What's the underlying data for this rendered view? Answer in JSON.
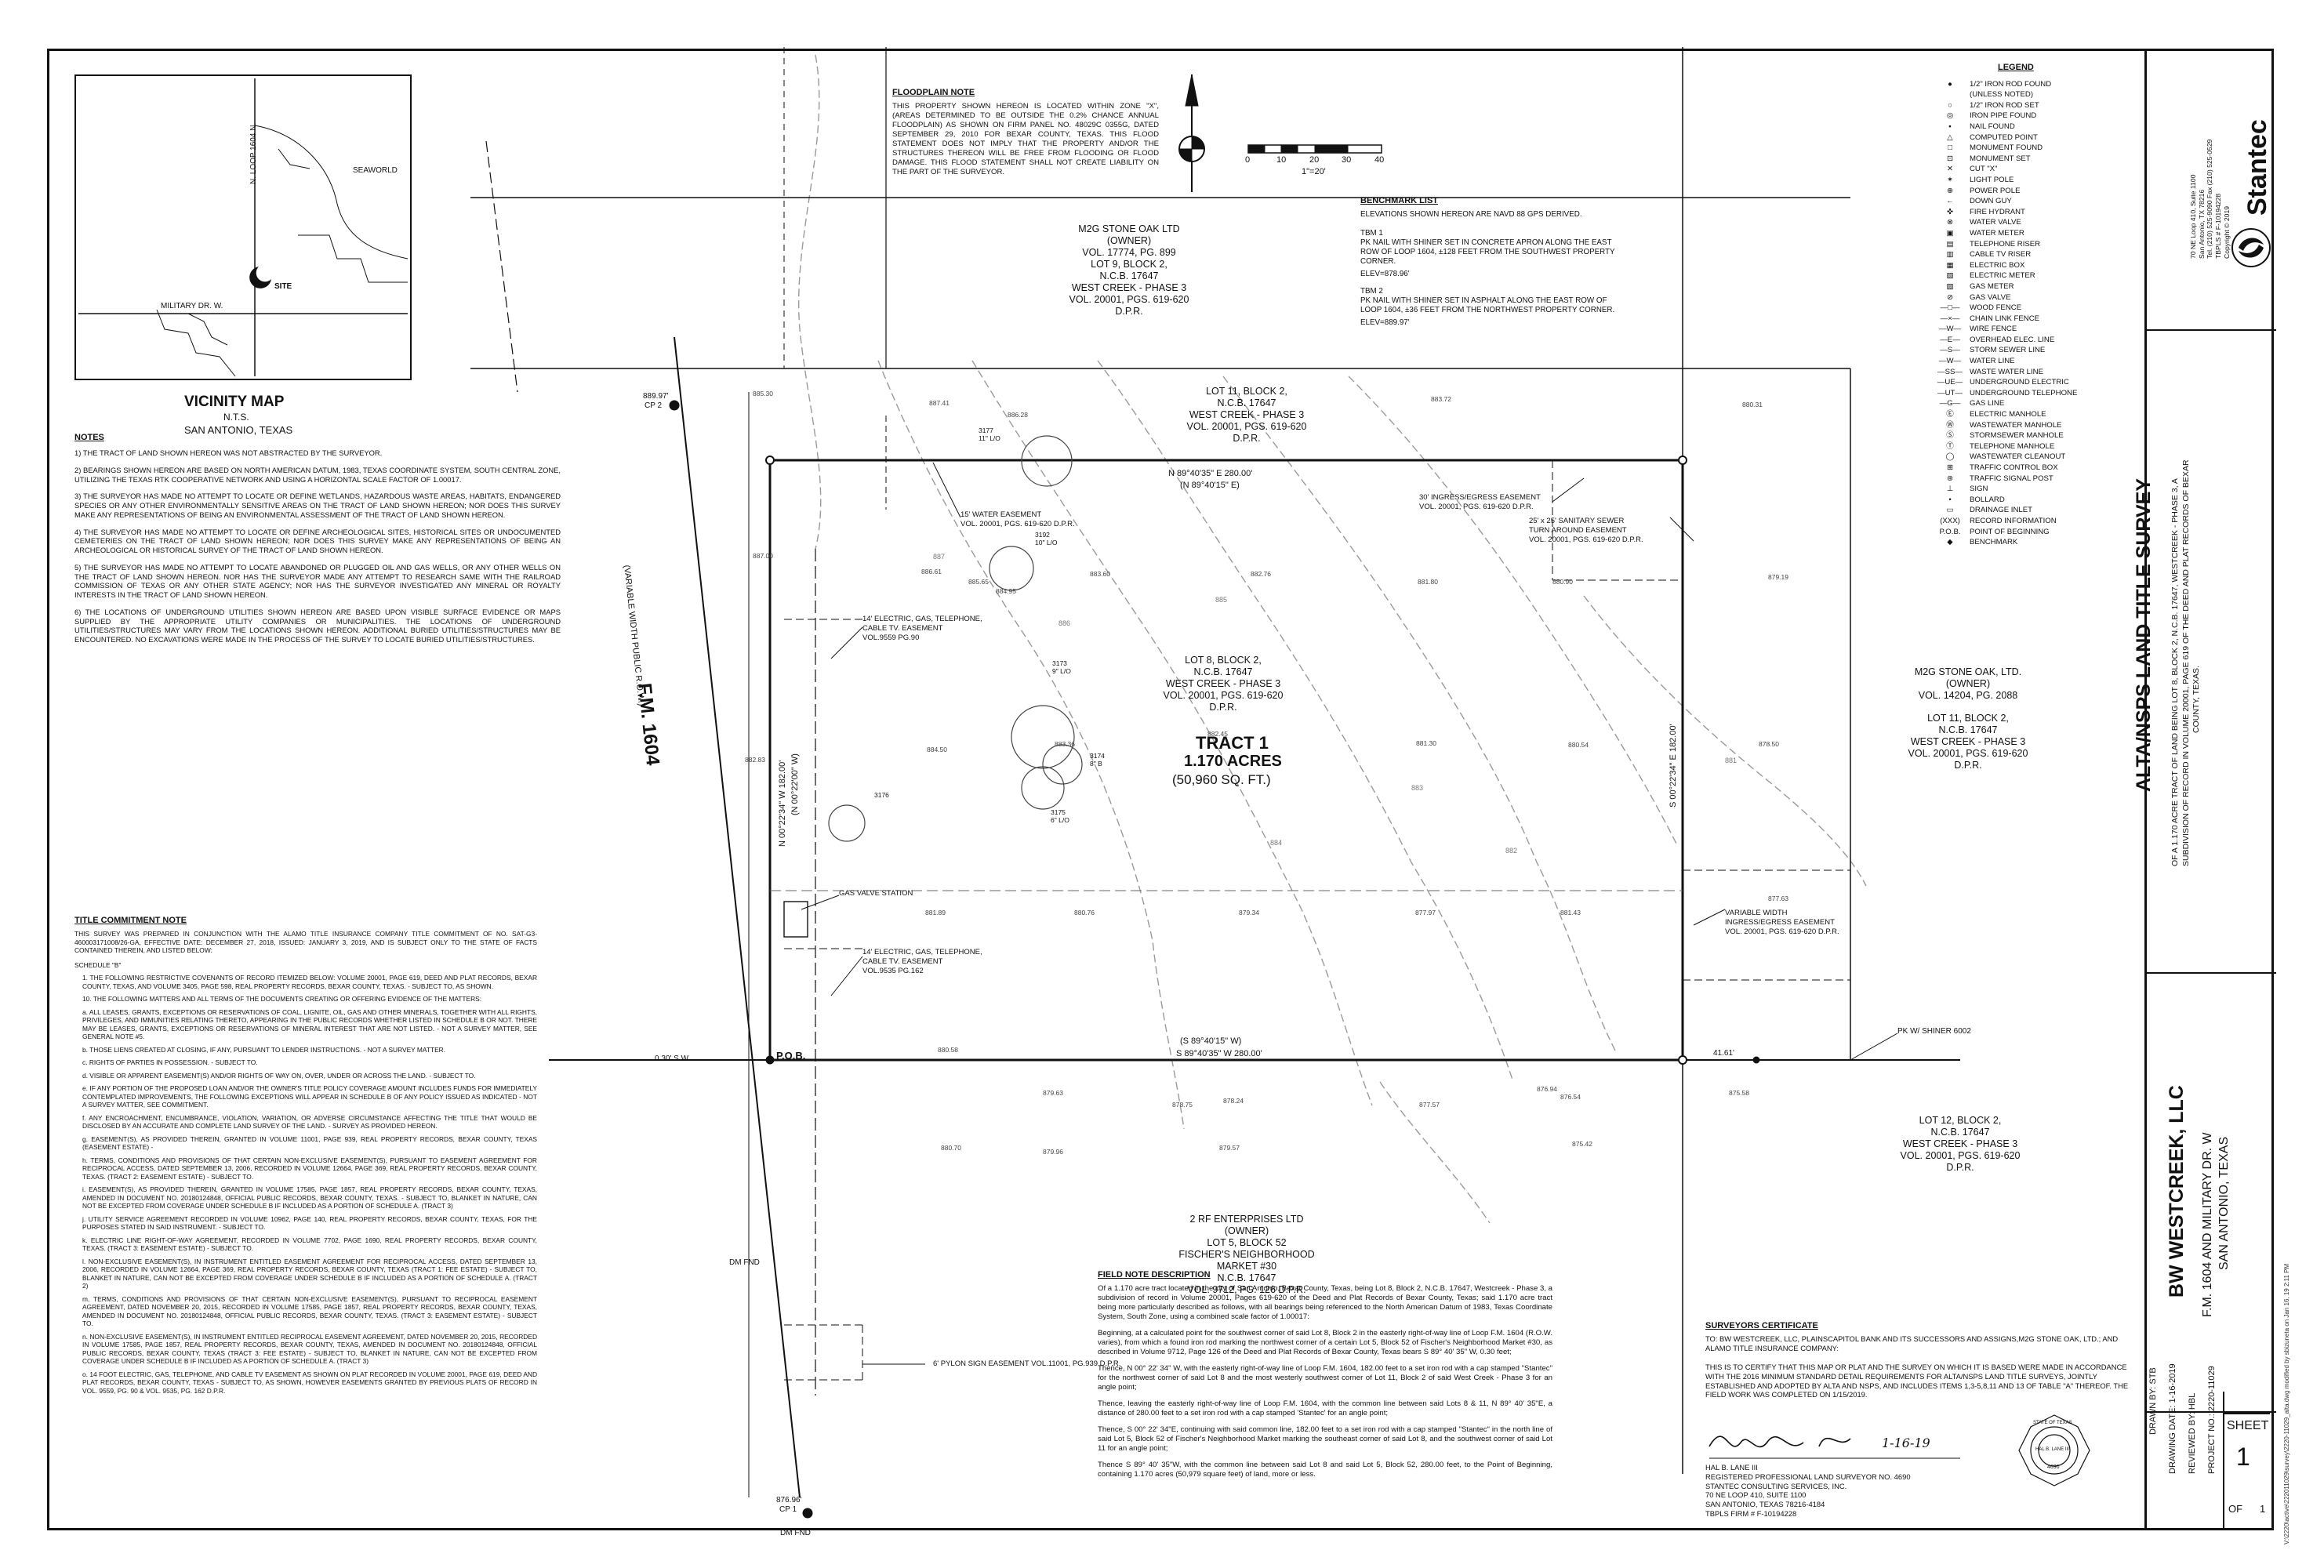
{
  "vicinity_map": {
    "title": "VICINITY MAP",
    "scale": "N.T.S.",
    "city": "SAN ANTONIO, TEXAS",
    "road_loop": "N. LOOP 1604 N.",
    "road_military": "MILITARY DR. W.",
    "seaworld": "SEAWORLD",
    "site": "SITE"
  },
  "notes": {
    "heading": "NOTES",
    "items": [
      "1) THE TRACT OF LAND SHOWN HEREON WAS NOT ABSTRACTED BY THE SURVEYOR.",
      "2) BEARINGS SHOWN HEREON ARE BASED ON NORTH AMERICAN DATUM, 1983, TEXAS COORDINATE SYSTEM, SOUTH CENTRAL ZONE, UTILIZING THE TEXAS RTK COOPERATIVE NETWORK AND USING A HORIZONTAL SCALE FACTOR OF 1.00017.",
      "3) THE SURVEYOR HAS MADE NO ATTEMPT TO LOCATE OR DEFINE WETLANDS, HAZARDOUS WASTE AREAS, HABITATS, ENDANGERED SPECIES OR ANY OTHER ENVIRONMENTALLY SENSITIVE AREAS ON THE TRACT OF LAND SHOWN HEREON; NOR DOES THIS SURVEY MAKE ANY REPRESENTATIONS OF BEING AN ENVIRONMENTAL ASSESSMENT OF THE TRACT OF LAND SHOWN HEREON.",
      "4) THE SURVEYOR HAS MADE NO ATTEMPT TO LOCATE OR DEFINE ARCHEOLOGICAL SITES, HISTORICAL SITES OR UNDOCUMENTED CEMETERIES ON THE TRACT OF LAND SHOWN HEREON; NOR DOES THIS SURVEY MAKE ANY REPRESENTATIONS OF BEING AN ARCHEOLOGICAL OR HISTORICAL SURVEY OF THE TRACT OF LAND SHOWN HEREON.",
      "5) THE SURVEYOR HAS MADE NO ATTEMPT TO LOCATE ABANDONED OR PLUGGED OIL AND GAS WELLS, OR ANY OTHER WELLS ON THE TRACT OF LAND SHOWN HEREON. NOR HAS THE SURVEYOR MADE ANY ATTEMPT TO RESEARCH SAME WITH THE RAILROAD COMMISSION OF TEXAS OR ANY OTHER STATE AGENCY; NOR HAS THE SURVEYOR INVESTIGATED ANY MINERAL OR ROYALTY INTERESTS IN THE TRACT OF LAND SHOWN HEREON.",
      "6) THE LOCATIONS OF UNDERGROUND UTILITIES SHOWN HEREON ARE BASED UPON VISIBLE SURFACE EVIDENCE OR MAPS SUPPLIED BY THE APPROPRIATE UTILITY COMPANIES OR MUNICIPALITIES. THE LOCATIONS OF UNDERGROUND UTILITIES/STRUCTURES MAY VARY FROM THE LOCATIONS SHOWN HEREON. ADDITIONAL BURIED UTILITIES/STRUCTURES MAY BE ENCOUNTERED. NO EXCAVATIONS WERE MADE IN THE PROCESS OF THE SURVEY TO LOCATE BURIED UTILITIES/STRUCTURES."
    ]
  },
  "title_commitment": {
    "heading": "TITLE COMMITMENT NOTE",
    "intro": "THIS SURVEY WAS PREPARED IN CONJUNCTION WITH THE ALAMO TITLE INSURANCE COMPANY TITLE COMMITMENT OF NO. SAT-G3-460003171008/26-GA, EFFECTIVE DATE: DECEMBER 27, 2018, ISSUED: JANUARY 3, 2019, AND IS SUBJECT ONLY TO THE STATE OF FACTS CONTAINED THEREIN, AND LISTED BELOW:",
    "schedule": "SCHEDULE \"B\"",
    "items": [
      "1. THE FOLLOWING RESTRICTIVE COVENANTS OF RECORD ITEMIZED BELOW: VOLUME 20001, PAGE 619, DEED AND PLAT RECORDS, BEXAR COUNTY, TEXAS, AND VOLUME 3405, PAGE 598, REAL PROPERTY RECORDS, BEXAR COUNTY, TEXAS. - SUBJECT TO, AS SHOWN.",
      "10. THE FOLLOWING MATTERS AND ALL TERMS OF THE DOCUMENTS CREATING OR OFFERING EVIDENCE OF THE MATTERS:",
      "a. ALL LEASES, GRANTS, EXCEPTIONS OR RESERVATIONS OF COAL, LIGNITE, OIL, GAS AND OTHER MINERALS, TOGETHER WITH ALL RIGHTS, PRIVILEGES, AND IMMUNITIES RELATING THERETO, APPEARING IN THE PUBLIC RECORDS WHETHER LISTED IN SCHEDULE B OR NOT. THERE MAY BE LEASES, GRANTS, EXCEPTIONS OR RESERVATIONS OF MINERAL INTEREST THAT ARE NOT LISTED. - NOT A SURVEY MATTER, SEE GENERAL NOTE #5.",
      "b. THOSE LIENS CREATED AT CLOSING, IF ANY, PURSUANT TO LENDER INSTRUCTIONS. - NOT A SURVEY MATTER.",
      "c. RIGHTS OF PARTIES IN POSSESSION. - SUBJECT TO.",
      "d. VISIBLE OR APPARENT EASEMENT(S) AND/OR RIGHTS OF WAY ON, OVER, UNDER OR ACROSS THE LAND. - SUBJECT TO.",
      "e. IF ANY PORTION OF THE PROPOSED LOAN AND/OR THE OWNER'S TITLE POLICY COVERAGE AMOUNT INCLUDES FUNDS FOR IMMEDIATELY CONTEMPLATED IMPROVEMENTS, THE FOLLOWING EXCEPTIONS WILL APPEAR IN SCHEDULE B OF ANY POLICY ISSUED AS INDICATED - NOT A SURVEY MATTER, SEE COMMITMENT.",
      "f. ANY ENCROACHMENT, ENCUMBRANCE, VIOLATION, VARIATION, OR ADVERSE CIRCUMSTANCE AFFECTING THE TITLE THAT WOULD BE DISCLOSED BY AN ACCURATE AND COMPLETE LAND SURVEY OF THE LAND. - SURVEY AS PROVIDED HEREON.",
      "g. EASEMENT(S), AS PROVIDED THEREIN, GRANTED IN VOLUME 11001, PAGE 939, REAL PROPERTY RECORDS, BEXAR COUNTY, TEXAS (EASEMENT ESTATE) -",
      "h. TERMS, CONDITIONS AND PROVISIONS OF THAT CERTAIN NON-EXCLUSIVE EASEMENT(S), PURSUANT TO EASEMENT AGREEMENT FOR RECIPROCAL ACCESS, DATED SEPTEMBER 13, 2006, RECORDED IN VOLUME 12664, PAGE 369, REAL PROPERTY RECORDS, BEXAR COUNTY, TEXAS. (TRACT 2: EASEMENT ESTATE) - SUBJECT TO.",
      "i. EASEMENT(S), AS PROVIDED THEREIN, GRANTED IN VOLUME 17585, PAGE 1857, REAL PROPERTY RECORDS, BEXAR COUNTY, TEXAS, AMENDED IN DOCUMENT NO. 20180124848, OFFICIAL PUBLIC RECORDS, BEXAR COUNTY, TEXAS. - SUBJECT TO, BLANKET IN NATURE, CAN NOT BE EXCEPTED FROM COVERAGE UNDER SCHEDULE B IF INCLUDED AS A PORTION OF SCHEDULE A. (TRACT 3)",
      "j. UTILITY SERVICE AGREEMENT RECORDED IN VOLUME 10962, PAGE 140, REAL PROPERTY RECORDS, BEXAR COUNTY, TEXAS, FOR THE PURPOSES STATED IN SAID INSTRUMENT. - SUBJECT TO.",
      "k. ELECTRIC LINE RIGHT-OF-WAY AGREEMENT, RECORDED IN VOLUME 7702, PAGE 1690, REAL PROPERTY RECORDS, BEXAR COUNTY, TEXAS. (TRACT 3: EASEMENT ESTATE) - SUBJECT TO.",
      "l. NON-EXCLUSIVE EASEMENT(S), IN INSTRUMENT ENTITLED EASEMENT AGREEMENT FOR RECIPROCAL ACCESS, DATED SEPTEMBER 13, 2006, RECORDED IN VOLUME 12664, PAGE 369, REAL PROPERTY RECORDS, BEXAR COUNTY, TEXAS (TRACT 1: FEE ESTATE) - SUBJECT TO, BLANKET IN NATURE, CAN NOT BE EXCEPTED FROM COVERAGE UNDER SCHEDULE B IF INCLUDED AS A PORTION OF SCHEDULE A. (TRACT 2)",
      "m. TERMS, CONDITIONS AND PROVISIONS OF THAT CERTAIN NON-EXCLUSIVE EASEMENT(S), PURSUANT TO RECIPROCAL EASEMENT AGREEMENT, DATED NOVEMBER 20, 2015, RECORDED IN VOLUME 17585, PAGE 1857, REAL PROPERTY RECORDS, BEXAR COUNTY, TEXAS, AMENDED IN DOCUMENT NO. 20180124848, OFFICIAL PUBLIC RECORDS, BEXAR COUNTY, TEXAS. (TRACT 3: EASEMENT ESTATE) - SUBJECT TO.",
      "n. NON-EXCLUSIVE EASEMENT(S), IN INSTRUMENT ENTITLED RECIPROCAL EASEMENT AGREEMENT, DATED NOVEMBER 20, 2015, RECORDED IN VOLUME 17585, PAGE 1857, REAL PROPERTY RECORDS, BEXAR COUNTY, TEXAS, AMENDED IN DOCUMENT NO. 20180124848, OFFICIAL PUBLIC RECORDS, BEXAR COUNTY, TEXAS (TRACT 3: FEE ESTATE) - SUBJECT TO, BLANKET IN NATURE, CAN NOT BE EXCEPTED FROM COVERAGE UNDER SCHEDULE B IF INCLUDED AS A PORTION OF SCHEDULE A. (TRACT 3)",
      "o. 14 FOOT ELECTRIC, GAS, TELEPHONE, AND CABLE TV EASEMENT AS SHOWN ON PLAT RECORDED IN VOLUME 20001, PAGE 619, DEED AND PLAT RECORDS, BEXAR COUNTY, TEXAS - SUBJECT TO, AS SHOWN, HOWEVER EASEMENTS GRANTED BY PREVIOUS PLATS OF RECORD IN VOL. 9559, PG. 90 & VOL. 9535, PG. 162 D.P.R."
    ]
  },
  "floodplain": {
    "heading": "FLOODPLAIN NOTE",
    "text": "THIS PROPERTY SHOWN HEREON IS LOCATED WITHIN ZONE \"X\", (AREAS DETERMINED TO BE OUTSIDE THE 0.2% CHANCE ANNUAL FLOODPLAIN) AS SHOWN ON FIRM PANEL NO. 48029C 0355G, DATED SEPTEMBER 29, 2010 FOR BEXAR COUNTY, TEXAS. THIS FLOOD STATEMENT DOES NOT IMPLY THAT THE PROPERTY AND/OR THE STRUCTURES THEREON WILL BE FREE FROM FLOODING OR FLOOD DAMAGE. THIS FLOOD STATEMENT SHALL NOT CREATE LIABILITY ON THE PART OF THE SURVEYOR."
  },
  "benchmark": {
    "heading": "BENCHMARK LIST",
    "datum": "ELEVATIONS SHOWN HEREON ARE NAVD 88 GPS DERIVED.",
    "tbm1_title": "TBM 1",
    "tbm1_text": "PK NAIL WITH SHINER SET IN CONCRETE APRON ALONG THE EAST ROW OF LOOP 1604, ±128 FEET FROM THE SOUTHWEST PROPERTY CORNER.",
    "tbm1_elev": "ELEV=878.96'",
    "tbm2_title": "TBM 2",
    "tbm2_text": "PK NAIL WITH SHINER SET IN ASPHALT ALONG THE EAST ROW OF LOOP 1604, ±36 FEET FROM THE NORTHWEST PROPERTY CORNER.",
    "tbm2_elev": "ELEV=889.97'"
  },
  "scale_bar": {
    "ticks": [
      "0",
      "10",
      "20",
      "30",
      "40"
    ],
    "label": "1\"=20'"
  },
  "legend": {
    "heading": "LEGEND",
    "items": [
      {
        "sym": "●",
        "text": "1/2\" IRON ROD FOUND"
      },
      {
        "sym": "",
        "text": "(UNLESS NOTED)"
      },
      {
        "sym": "○",
        "text": "1/2\" IRON ROD SET"
      },
      {
        "sym": "◎",
        "text": "IRON PIPE FOUND"
      },
      {
        "sym": "▪",
        "text": "NAIL FOUND"
      },
      {
        "sym": "△",
        "text": "COMPUTED POINT"
      },
      {
        "sym": "□",
        "text": "MONUMENT FOUND"
      },
      {
        "sym": "⊡",
        "text": "MONUMENT SET"
      },
      {
        "sym": "✕",
        "text": "CUT \"X\""
      },
      {
        "sym": "✶",
        "text": "LIGHT POLE"
      },
      {
        "sym": "⊕",
        "text": "POWER POLE"
      },
      {
        "sym": "←",
        "text": "DOWN GUY"
      },
      {
        "sym": "✜",
        "text": "FIRE HYDRANT"
      },
      {
        "sym": "⊗",
        "text": "WATER VALVE"
      },
      {
        "sym": "▣",
        "text": "WATER METER"
      },
      {
        "sym": "▤",
        "text": "TELEPHONE RISER"
      },
      {
        "sym": "▥",
        "text": "CABLE TV RISER"
      },
      {
        "sym": "▦",
        "text": "ELECTRIC BOX"
      },
      {
        "sym": "▧",
        "text": "ELECTRIC METER"
      },
      {
        "sym": "▨",
        "text": "GAS METER"
      },
      {
        "sym": "⊘",
        "text": "GAS VALVE"
      },
      {
        "sym": "—□—",
        "text": "WOOD FENCE"
      },
      {
        "sym": "—×—",
        "text": "CHAIN LINK FENCE"
      },
      {
        "sym": "—W—",
        "text": "WIRE FENCE"
      },
      {
        "sym": "—E—",
        "text": "OVERHEAD ELEC. LINE"
      },
      {
        "sym": "—S—",
        "text": "STORM SEWER LINE"
      },
      {
        "sym": "—W—",
        "text": "WATER LINE"
      },
      {
        "sym": "—SS—",
        "text": "WASTE WATER LINE"
      },
      {
        "sym": "—UE—",
        "text": "UNDERGROUND ELECTRIC"
      },
      {
        "sym": "—UT—",
        "text": "UNDERGROUND TELEPHONE"
      },
      {
        "sym": "—G—",
        "text": "GAS LINE"
      },
      {
        "sym": "Ⓔ",
        "text": "ELECTRIC MANHOLE"
      },
      {
        "sym": "Ⓦ",
        "text": "WASTEWATER MANHOLE"
      },
      {
        "sym": "Ⓢ",
        "text": "STORMSEWER MANHOLE"
      },
      {
        "sym": "Ⓣ",
        "text": "TELEPHONE MANHOLE"
      },
      {
        "sym": "◯",
        "text": "WASTEWATER CLEANOUT"
      },
      {
        "sym": "⊞",
        "text": "TRAFFIC CONTROL BOX"
      },
      {
        "sym": "⊛",
        "text": "TRAFFIC SIGNAL POST"
      },
      {
        "sym": "⊥",
        "text": "SIGN"
      },
      {
        "sym": "•",
        "text": "BOLLARD"
      },
      {
        "sym": "▭",
        "text": "DRAINAGE INLET"
      },
      {
        "sym": "(XXX)",
        "text": "RECORD INFORMATION"
      },
      {
        "sym": "P.O.B.",
        "text": "POINT OF BEGINNING"
      },
      {
        "sym": "◆",
        "text": "BENCHMARK"
      }
    ]
  },
  "map": {
    "fm_road": "F.M. 1604",
    "fm_row": "(VARIABLE WIDTH PUBLIC R.O.W.)",
    "tract_title": "TRACT 1",
    "tract_acres": "1.170 ACRES",
    "tract_sqft": "(50,960 SQ. FT.)",
    "north_line": "N 89°40'35\" E   280.00'",
    "north_record": "(N 89°40'15\" E)",
    "south_line": "S 89°40'35\" W   280.00'",
    "south_record": "(S 89°40'15\" W)",
    "west_line": "N 00°22'34\" W   182.00'",
    "west_record": "(N 00°22'00\" W)",
    "east_line": "S 00°22'34\" E   182.00'",
    "pob": "P.O.B.",
    "cp1": "876.96\nCP 1",
    "cp1_a": "876.96'",
    "cp1_b": "CP 1",
    "cp2_a": "889.97'",
    "cp2_b": "CP 2",
    "dm_fnd_1": "DM FND",
    "dm_fnd_2": "DM FND",
    "sh_30": "0.30' S.W.",
    "pk_shiner": "PK W/ SHINER 6002",
    "dist_41": "41.61'",
    "gas_valve": "GAS VALVE STATION",
    "pylon": "6' PYLON SIGN EASEMENT VOL.11001, PG.939 D.P.R.",
    "water_ease_1": "15' WATER EASEMENT",
    "water_ease_2": "VOL. 20001, PGS. 619-620 D.P.R.",
    "egt1_1": "14' ELECTRIC, GAS, TELEPHONE,",
    "egt1_2": "CABLE TV. EASEMENT",
    "egt1_3": "VOL.9559 PG.90",
    "egt2_1": "14' ELECTRIC, GAS, TELEPHONE,",
    "egt2_2": "CABLE TV. EASEMENT",
    "egt2_3": "VOL.9535 PG.162",
    "ingress30_1": "30' INGRESS/EGRESS EASEMENT",
    "ingress30_2": "VOL. 20001, PGS. 619-620 D.P.R.",
    "sewer_1": "25' x 25' SANITARY SEWER",
    "sewer_2": "TURN AROUND EASEMENT",
    "sewer_3": "VOL. 20001, PGS. 619-620 D.P.R.",
    "varwidth_1": "VARIABLE WIDTH",
    "varwidth_2": "INGRESS/EGRESS EASEMENT",
    "varwidth_3": "VOL. 20001, PGS. 619-620 D.P.R.",
    "m2g_top": [
      "M2G STONE OAK LTD",
      "(OWNER)",
      "VOL. 17774, PG. 899",
      "LOT 9, BLOCK 2,",
      "N.C.B. 17647",
      "WEST CREEK - PHASE 3",
      "VOL. 20001, PGS. 619-620",
      "D.P.R."
    ],
    "lot11_top": [
      "LOT 11, BLOCK 2,",
      "N.C.B. 17647",
      "WEST CREEK - PHASE 3",
      "VOL. 20001, PGS. 619-620",
      "D.P.R."
    ],
    "lot8": [
      "LOT 8, BLOCK 2,",
      "N.C.B. 17647",
      "WEST CREEK - PHASE 3",
      "VOL. 20001, PGS. 619-620",
      "D.P.R."
    ],
    "m2g_east": [
      "M2G STONE OAK, LTD.",
      "(OWNER)",
      "VOL. 14204, PG. 2088",
      "",
      "LOT 11, BLOCK 2,",
      "N.C.B. 17647",
      "WEST CREEK - PHASE 3",
      "VOL. 20001, PGS. 619-620",
      "D.P.R."
    ],
    "lot12": [
      "LOT 12, BLOCK 2,",
      "N.C.B. 17647",
      "WEST CREEK - PHASE 3",
      "VOL. 20001, PGS. 619-620",
      "D.P.R."
    ],
    "fischer": [
      "2 RF ENTERPRISES LTD",
      "(OWNER)",
      "LOT 5, BLOCK 52",
      "FISCHER'S NEIGHBORHOOD",
      "MARKET #30",
      "N.C.B. 17647",
      "VOL. 9712, PG. 126 D.P.R."
    ],
    "trees": [
      "3177\n11\" L/O",
      "3192\n10\" L/O",
      "3173\n9\" L/O",
      "3174\n8\" B",
      "3175\n6\" L/O",
      "3176\n"
    ],
    "contours": [
      "881",
      "882",
      "883",
      "884",
      "885",
      "886",
      "887"
    ],
    "spot_elevs": [
      "887.41",
      "886.61",
      "885.65",
      "884.95",
      "883.60",
      "882.76",
      "881.80",
      "880.90",
      "880.31",
      "879.19",
      "878.50",
      "877.63",
      "884.50",
      "883.36",
      "882.45",
      "881.30",
      "880.54",
      "882.83",
      "881.89",
      "880.76",
      "879.34",
      "877.97",
      "881.43",
      "880.58",
      "879.63",
      "878.75",
      "878.24",
      "877.57",
      "876.54",
      "876.94",
      "875.58",
      "880.70",
      "879.96",
      "879.57",
      "875.42",
      "887.00",
      "885.30",
      "886.28",
      "883.72"
    ]
  },
  "field_notes": {
    "heading": "FIELD NOTE DESCRIPTION",
    "p1": "Of a 1.170 acre tract located in the city of San Antonio, Bexar County, Texas, being Lot 8, Block 2, N.C.B. 17647, Westcreek - Phase 3, a subdivision of record in Volume 20001, Pages 619-620 of the Deed and Plat Records of Bexar County, Texas; said 1.170 acre tract being more particularly described as follows, with all bearings being referenced to the North American Datum of 1983, Texas Coordinate System, South Zone, using a combined scale factor of 1.00017:",
    "p2": "Beginning, at a calculated point for the southwest corner of said Lot 8, Block 2 in the easterly right-of-way line of Loop F.M. 1604 (R.O.W. varies), from which a found iron rod marking the northwest corner of a certain Lot 5, Block 52 of Fischer's Neighborhood Market #30, as described in Volume 9712, Page 126 of the Deed and Plat Records of Bexar County, Texas bears S 89° 40' 35\" W, 0.30 feet;",
    "p3": "Thence, N 00° 22' 34\" W, with the easterly right-of-way line of Loop F.M. 1604, 182.00 feet to a set iron rod with a cap stamped \"Stantec\" for the northwest corner of said Lot 8 and the most westerly southwest corner of Lot 11, Block 2 of said West Creek - Phase 3 for an angle point;",
    "p4": "Thence, leaving the easterly right-of-way line of Loop F.M. 1604, with the common line between said Lots 8 & 11, N 89° 40' 35\"E, a distance of 280.00 feet to a set iron rod with a cap stamped 'Stantec' for an angle point;",
    "p5": "Thence, S 00° 22' 34\"E, continuing with said common line, 182.00 feet to a set iron rod with a cap stamped \"Stantec\" in the north line of said Lot 5, Block 52 of Fischer's Neighborhood Market marking the southeast corner of said Lot 8, and the southwest corner of said Lot 11 for an angle point;",
    "p6": "Thence S 89° 40' 35\"W, with the common line between said Lot 8 and said Lot 5, Block 52, 280.00 feet, to the Point of Beginning, containing 1.170 acres (50,979 square feet) of land, more or less."
  },
  "surveyor_cert": {
    "heading": "SURVEYORS CERTIFICATE",
    "to": "TO: BW WESTCREEK, LLC, PLAINSCAPITOL BANK AND ITS SUCCESSORS AND ASSIGNS,M2G STONE OAK, LTD.; AND ALAMO TITLE INSURANCE COMPANY:",
    "body": "THIS IS TO CERTIFY THAT THIS MAP OR PLAT AND THE SURVEY ON WHICH IT IS BASED WERE MADE IN ACCORDANCE WITH THE 2016 MINIMUM STANDARD DETAIL REQUIREMENTS FOR ALTA/NSPS LAND TITLE SURVEYS, JOINTLY ESTABLISHED AND ADOPTED BY ALTA AND NSPS, AND INCLUDES ITEMS 1,3-5,8,11 AND 13 OF TABLE \"A\" THEREOF. THE FIELD WORK WAS COMPLETED ON 1/15/2019.",
    "signature": "Hal B. Lane",
    "sig_date": "1-16-19",
    "name": "HAL B. LANE III",
    "line1": "REGISTERED PROFESSIONAL LAND SURVEYOR NO. 4690",
    "line2": "STANTEC CONSULTING SERVICES, INC.",
    "line3": "70 NE LOOP 410, SUITE 1100",
    "line4": "SAN ANTONIO, TEXAS 78216-4184",
    "line5": "TBPLS FIRM # F-10194228",
    "seal_top": "STATE OF TEXAS",
    "seal_name": "HAL B. LANE III",
    "seal_no": "4690"
  },
  "title_block": {
    "company": "Stantec",
    "address": [
      "70 NE Loop 410, Suite 1100",
      "San Antonio, TX 78216",
      "Tel. (210) 525-9090 Fax (210) 525-0529",
      "TBPLS # F-10194228",
      "Copyright © 2019"
    ],
    "survey_title": "ALTA/NSPS LAND TITLE SURVEY",
    "survey_desc1": "OF A 1.170 ACRE TRACT OF LAND BEING LOT 8, BLOCK 2, N.C.B. 17647, WESTCREEK - PHASE 3, A",
    "survey_desc2": "SUBDIVISION OF RECORD IN VOLUME 20001, PAGE 619 OF THE DEED AND PLAT RECORDS OF BEXAR",
    "survey_desc3": "COUNTY, TEXAS.",
    "client": "BW WESTCREEK, LLC",
    "location1": "F.M. 1604 AND MILITARY DR. W",
    "location2": "SAN ANTONIO, TEXAS",
    "drawn_by": "DRAWN BY: STB",
    "drawing_date": "DRAWING DATE: 1-16-2019",
    "reviewed_by": "REVIEWED BY: HBL",
    "project_no": "PROJECT NO.: 2220-11029",
    "sheet_label": "SHEET",
    "sheet_no": "1",
    "of_label": "OF",
    "of_no": "1"
  },
  "file_path": "V:\\2220\\active\\222011029\\survey\\2220-11029_alta.dwg modified by sbizuneta on Jan 16, 19 2:11 PM"
}
